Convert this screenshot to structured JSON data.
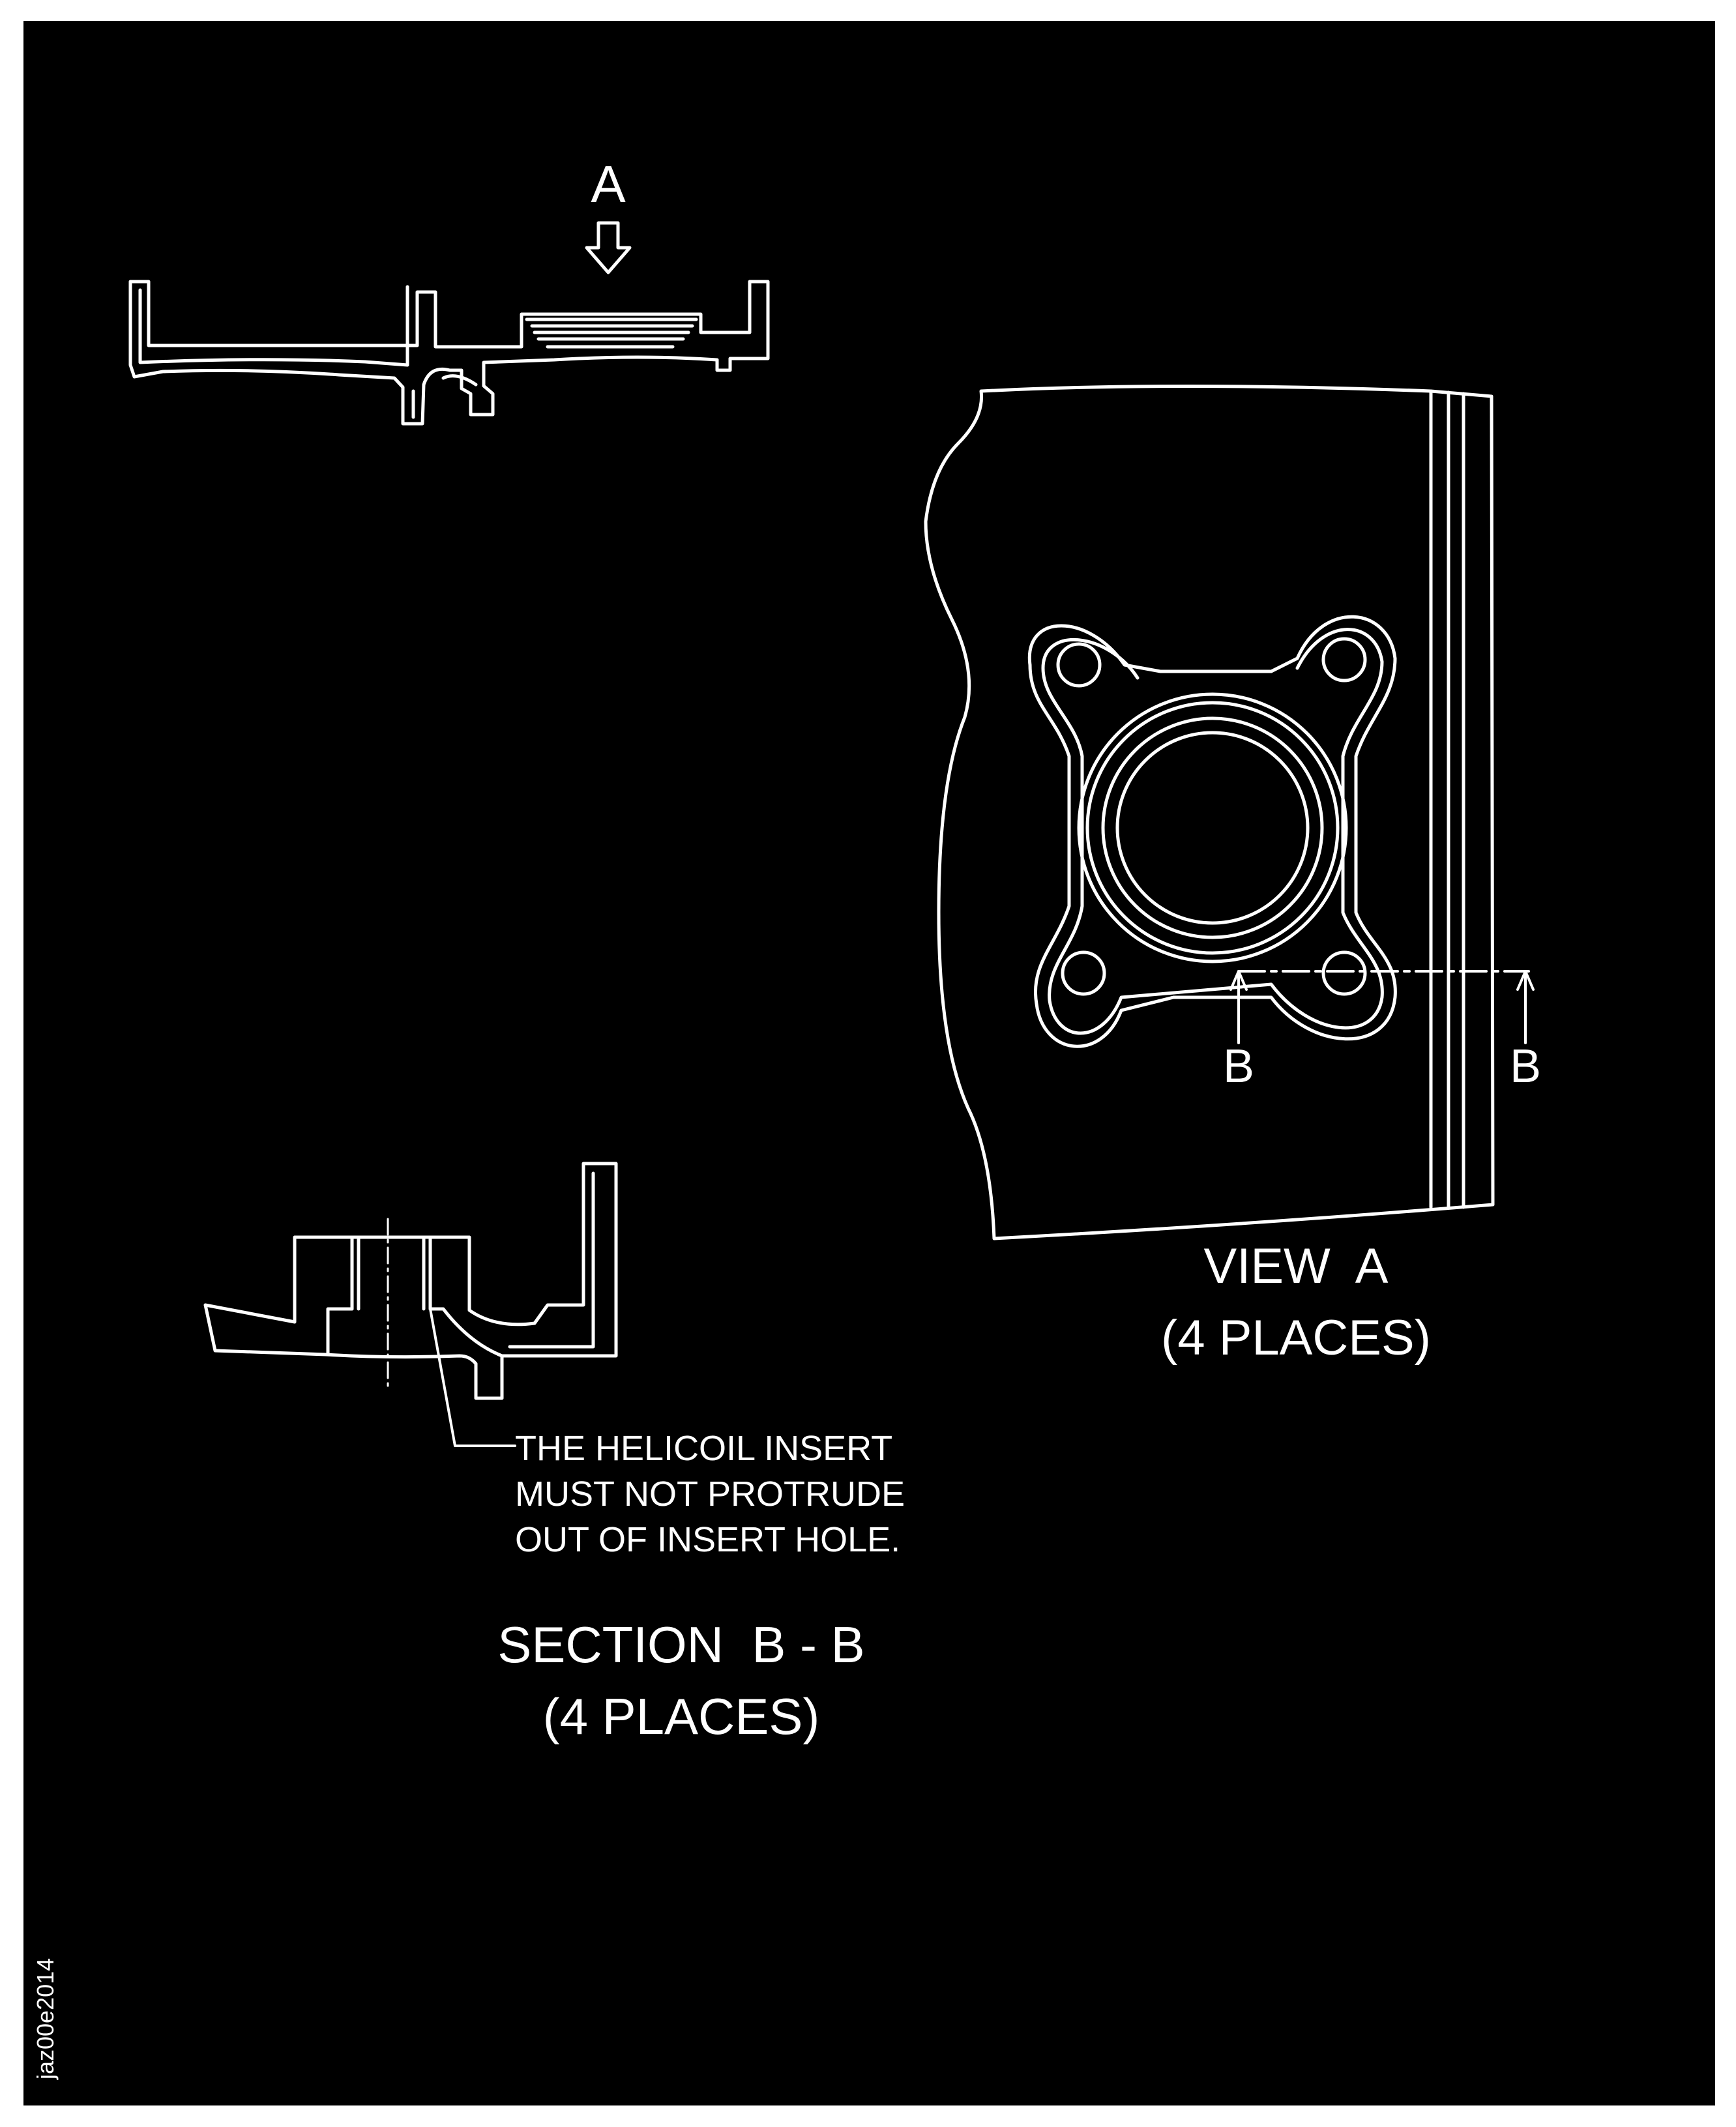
{
  "colors": {
    "paper": "#ffffff",
    "panel": "#000000",
    "line": "#ffffff"
  },
  "top_view": {
    "arrow_label": "A"
  },
  "view_a": {
    "cut_label_left": "B",
    "cut_label_right": "B",
    "caption_line1": "VIEW  A",
    "caption_line2": "(4 PLACES)"
  },
  "section_bb": {
    "note_line1": "THE HELICOIL INSERT",
    "note_line2": "MUST NOT PROTRUDE",
    "note_line3": "OUT OF INSERT HOLE.",
    "caption_line1": "SECTION  B - B",
    "caption_line2": "(4 PLACES)"
  },
  "figure_id": "jaz00e2014"
}
